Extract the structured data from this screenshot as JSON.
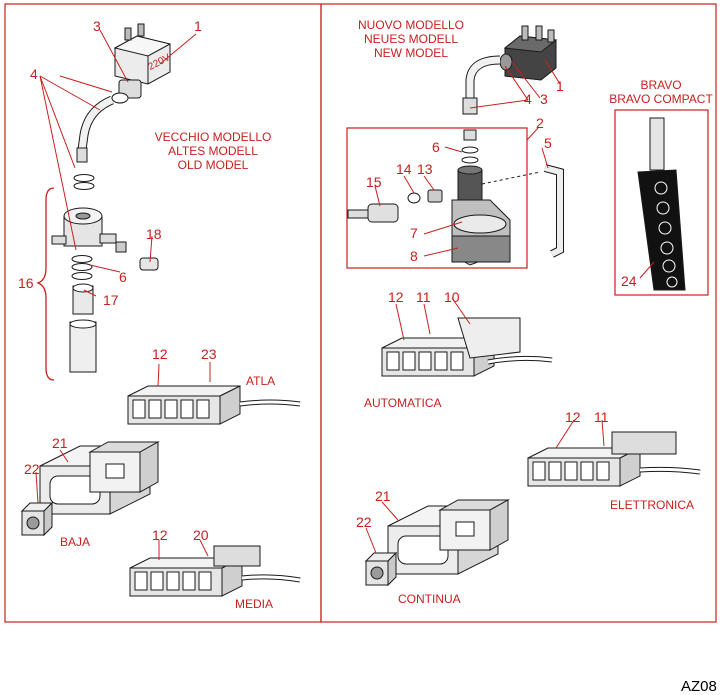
{
  "colors": {
    "accent": "#c8201e",
    "ink": "#1a1a1a",
    "part": "#e9e9e9",
    "dark": "#444444"
  },
  "left_panel": {
    "old_model": [
      "VECCHIO MODELLO",
      "ALTES MODELL",
      "OLD MODEL"
    ],
    "callouts": {
      "c1": "1",
      "c3": "3",
      "c4": "4",
      "c16": "16",
      "c17": "17",
      "c6": "6",
      "c18": "18",
      "c12a": "12",
      "c23": "23",
      "c21": "21",
      "c22": "22",
      "c12b": "12",
      "c20": "20"
    },
    "valve_label": "220V",
    "labels": {
      "atla": "ATLA",
      "baja": "BAJA",
      "media": "MEDIA"
    }
  },
  "right_panel": {
    "new_model": [
      "NUOVO MODELLO",
      "NEUES MODELL",
      "NEW MODEL"
    ],
    "bravo": [
      "BRAVO",
      "BRAVO COMPACT"
    ],
    "callouts": {
      "c1": "1",
      "c3": "3",
      "c4": "4",
      "c2": "2",
      "c5": "5",
      "c6": "6",
      "c14": "14",
      "c13": "13",
      "c15": "15",
      "c7": "7",
      "c8": "8",
      "c24": "24",
      "c12a": "12",
      "c11a": "11",
      "c10": "10",
      "c12b": "12",
      "c11b": "11",
      "c21": "21",
      "c22": "22"
    },
    "labels": {
      "automatica": "AUTOMATICA",
      "elettronica": "ELETTRONICA",
      "continua": "CONTINUA"
    }
  },
  "page_code": "AZ08"
}
